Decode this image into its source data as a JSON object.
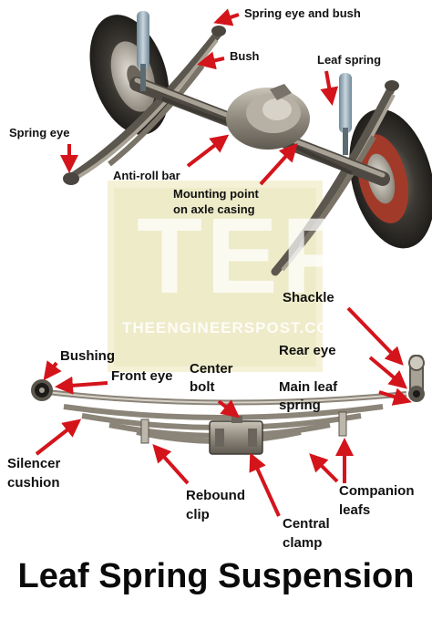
{
  "watermark": {
    "letters": "TEP",
    "site": "THEENGINEERSPOST.COM"
  },
  "title": "Leaf Spring Suspension",
  "colors": {
    "arrow": "#d4141b",
    "text": "#111111",
    "watermark_box": "#f2efcf"
  },
  "top_labels": {
    "spring_eye_bush": "Spring eye and bush",
    "bush": "Bush",
    "leaf_spring": "Leaf spring",
    "spring_eye": "Spring eye",
    "anti_roll_bar": "Anti-roll bar",
    "mounting_point_1": "Mounting point",
    "mounting_point_2": "on axle casing"
  },
  "bottom_labels": {
    "shackle": "Shackle",
    "rear_eye": "Rear eye",
    "bushing": "Bushing",
    "front_eye": "Front eye",
    "center_bolt_1": "Center",
    "center_bolt_2": "bolt",
    "main_leaf_1": "Main leaf",
    "main_leaf_2": "spring",
    "silencer_1": "Silencer",
    "silencer_2": "cushion",
    "rebound_1": "Rebound",
    "rebound_2": "clip",
    "companion_1": "Companion",
    "companion_2": "leafs",
    "central_clamp_1": "Central",
    "central_clamp_2": "clamp"
  }
}
